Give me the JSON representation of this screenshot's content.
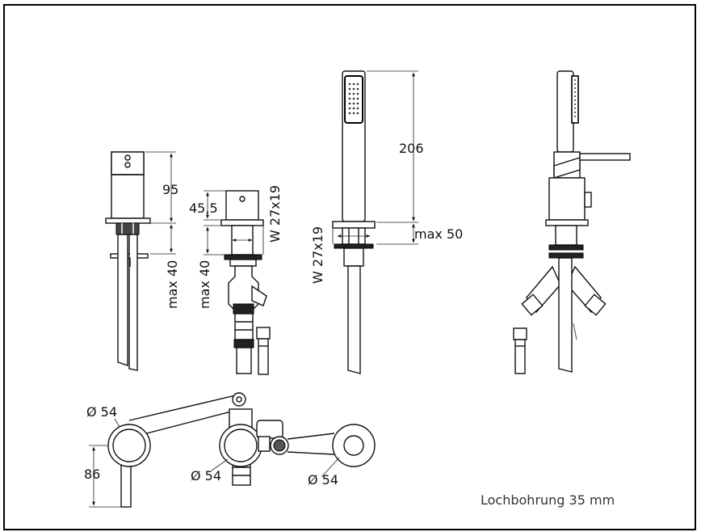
{
  "dimensions": {
    "spout_height": "95",
    "spout_below": "max 40",
    "valve_height": "45,5",
    "valve_thread": "W 27x19",
    "valve_below": "max 40",
    "shower_height": "206",
    "shower_thread": "W 27x19",
    "shower_below": "max 50",
    "plan_dia_left": "Ø 54",
    "plan_offset": "86",
    "plan_dia_center": "Ø 54",
    "plan_dia_right": "Ø 54"
  },
  "note": "Lochbohrung 35 mm"
}
